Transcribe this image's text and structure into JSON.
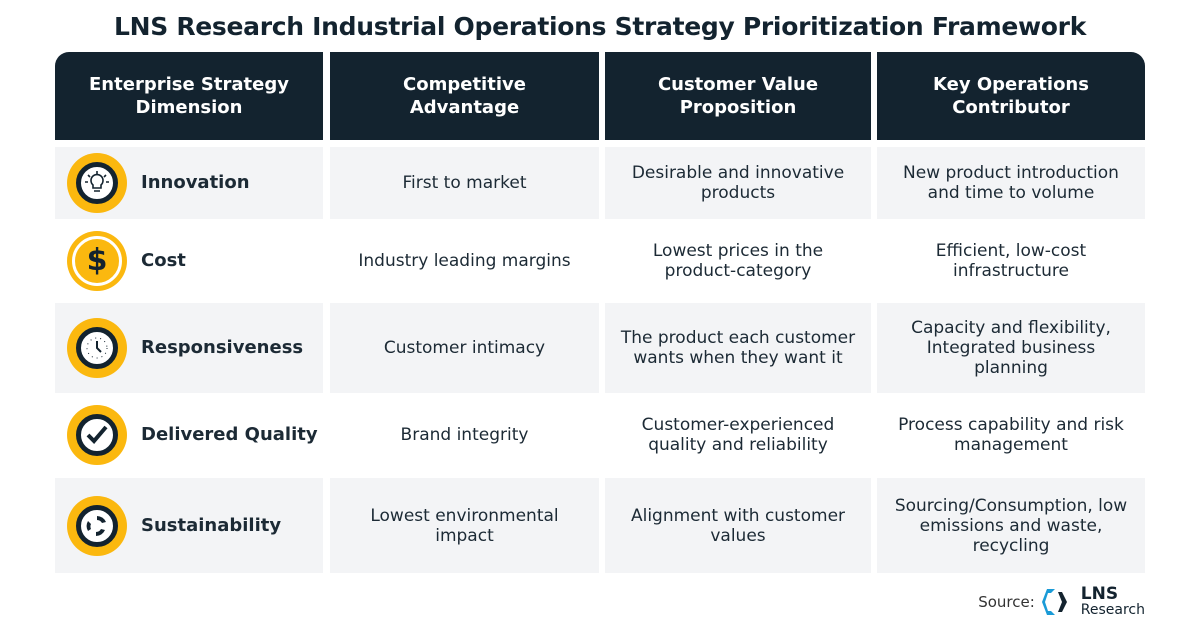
{
  "title": "LNS Research Industrial Operations Strategy Prioritization Framework",
  "headers": [
    "Enterprise Strategy Dimension",
    "Competitive Advantage",
    "Customer Value Proposition",
    "Key Operations Contributor"
  ],
  "rows": [
    {
      "dimension": "Innovation",
      "icon": "lightbulb-icon",
      "advantage": "First to market",
      "value": "Desirable and innovative products",
      "contributor": "New product introduction and time to volume"
    },
    {
      "dimension": "Cost",
      "icon": "dollar-icon",
      "advantage": "Industry leading margins",
      "value": "Lowest prices in the product-category",
      "contributor": "Efficient, low-cost infrastructure"
    },
    {
      "dimension": "Responsiveness",
      "icon": "clock-icon",
      "advantage": "Customer intimacy",
      "value": "The product each customer wants when they want it",
      "contributor": "Capacity and flexibility, Integrated business planning"
    },
    {
      "dimension": "Delivered Quality",
      "icon": "checkmark-icon",
      "advantage": "Brand integrity",
      "value": "Customer-experienced quality and reliability",
      "contributor": "Process capability and risk management"
    },
    {
      "dimension": "Sustainability",
      "icon": "recycle-icon",
      "advantage": "Lowest environmental impact",
      "value": "Alignment with customer values",
      "contributor": "Sourcing/Consumption, low emissions and waste, recycling"
    }
  ],
  "source": {
    "label": "Source:",
    "logo_top": "LNS",
    "logo_bottom": "Research"
  },
  "colors": {
    "header": "#13232f",
    "accent": "#fbb80f",
    "row_alt": "#f3f4f6",
    "logo_blue": "#1a9bd7"
  }
}
